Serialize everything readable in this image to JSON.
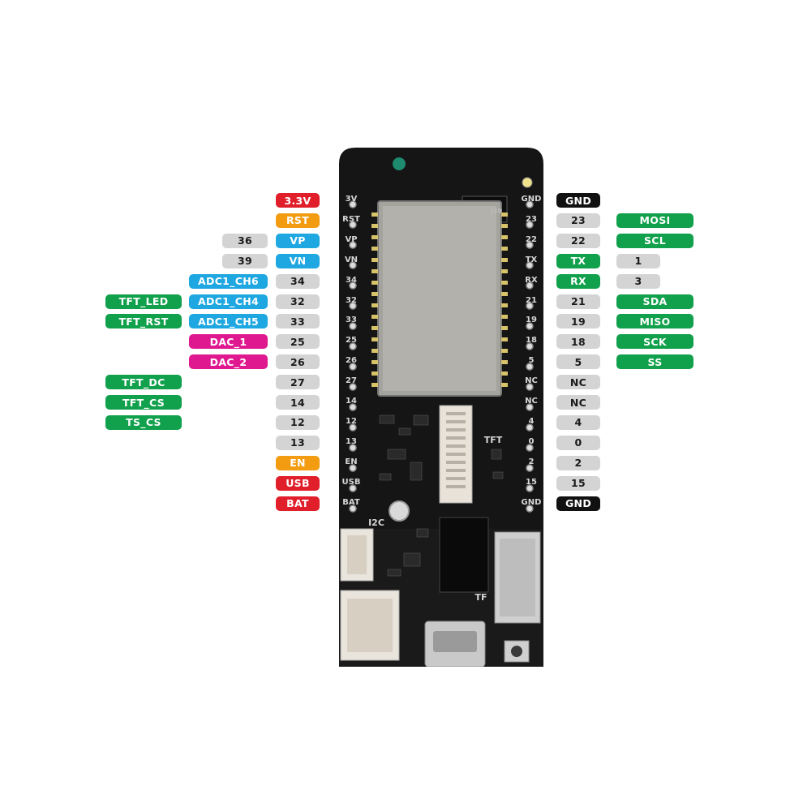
{
  "colors": {
    "power": "#e01f2a",
    "orange": "#f39c12",
    "blue": "#1ea7e0",
    "green": "#11a04b",
    "magenta": "#e0188f",
    "gray": "#d4d4d4",
    "black": "#111111"
  },
  "left_pins": [
    {
      "label": "3.3V",
      "color": "power"
    },
    {
      "label": "RST",
      "color": "orange"
    },
    {
      "label": "VP",
      "color": "blue",
      "extra": [
        {
          "label": "36",
          "color": "gray"
        }
      ]
    },
    {
      "label": "VN",
      "color": "blue",
      "extra": [
        {
          "label": "39",
          "color": "gray"
        }
      ]
    },
    {
      "label": "34",
      "color": "gray",
      "extra": [
        {
          "label": "ADC1_CH6",
          "color": "blue"
        }
      ]
    },
    {
      "label": "32",
      "color": "gray",
      "extra": [
        {
          "label": "ADC1_CH4",
          "color": "blue"
        },
        {
          "label": "TFT_LED",
          "color": "green"
        }
      ]
    },
    {
      "label": "33",
      "color": "gray",
      "extra": [
        {
          "label": "ADC1_CH5",
          "color": "blue"
        },
        {
          "label": "TFT_RST",
          "color": "green"
        }
      ]
    },
    {
      "label": "25",
      "color": "gray",
      "extra": [
        {
          "label": "DAC_1",
          "color": "magenta"
        }
      ]
    },
    {
      "label": "26",
      "color": "gray",
      "extra": [
        {
          "label": "DAC_2",
          "color": "magenta"
        }
      ]
    },
    {
      "label": "27",
      "color": "gray",
      "extra": [
        {
          "label": "TFT_DC",
          "color": "green",
          "slot": 2
        }
      ]
    },
    {
      "label": "14",
      "color": "gray",
      "extra": [
        {
          "label": "TFT_CS",
          "color": "green",
          "slot": 2
        }
      ]
    },
    {
      "label": "12",
      "color": "gray",
      "extra": [
        {
          "label": "TS_CS",
          "color": "green",
          "slot": 2
        }
      ]
    },
    {
      "label": "13",
      "color": "gray"
    },
    {
      "label": "EN",
      "color": "orange"
    },
    {
      "label": "USB",
      "color": "power"
    },
    {
      "label": "BAT",
      "color": "power"
    }
  ],
  "right_pins": [
    {
      "label": "GND",
      "color": "black"
    },
    {
      "label": "23",
      "color": "gray",
      "extra": [
        {
          "label": "MOSI",
          "color": "green"
        }
      ]
    },
    {
      "label": "22",
      "color": "gray",
      "extra": [
        {
          "label": "SCL",
          "color": "green"
        }
      ]
    },
    {
      "label": "TX",
      "color": "green",
      "extra": [
        {
          "label": "1",
          "color": "gray"
        }
      ]
    },
    {
      "label": "RX",
      "color": "green",
      "extra": [
        {
          "label": "3",
          "color": "gray"
        }
      ]
    },
    {
      "label": "21",
      "color": "gray",
      "extra": [
        {
          "label": "SDA",
          "color": "green"
        }
      ]
    },
    {
      "label": "19",
      "color": "gray",
      "extra": [
        {
          "label": "MISO",
          "color": "green"
        }
      ]
    },
    {
      "label": "18",
      "color": "gray",
      "extra": [
        {
          "label": "SCK",
          "color": "green"
        }
      ]
    },
    {
      "label": "5",
      "color": "gray",
      "extra": [
        {
          "label": "SS",
          "color": "green"
        }
      ]
    },
    {
      "label": "NC",
      "color": "gray"
    },
    {
      "label": "NC",
      "color": "gray"
    },
    {
      "label": "4",
      "color": "gray"
    },
    {
      "label": "0",
      "color": "gray"
    },
    {
      "label": "2",
      "color": "gray"
    },
    {
      "label": "15",
      "color": "gray"
    },
    {
      "label": "GND",
      "color": "black"
    }
  ],
  "board": {
    "left_silk": [
      "3V",
      "RST",
      "VP",
      "VN",
      "34",
      "32",
      "33",
      "25",
      "26",
      "27",
      "14",
      "12",
      "13",
      "EN",
      "USB",
      "BAT"
    ],
    "right_silk": [
      "GND",
      "23",
      "22",
      "TX",
      "RX",
      "21",
      "19",
      "18",
      "5",
      "NC",
      "NC",
      "4",
      "0",
      "2",
      "15",
      "GND"
    ],
    "tft_label": "TFT",
    "i2c_label": "I2C",
    "tf_label": "TF",
    "antenna_label": "J39"
  }
}
